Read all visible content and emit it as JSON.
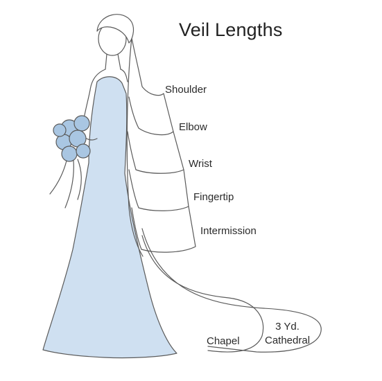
{
  "title": "Veil Lengths",
  "lengths": [
    {
      "key": "shoulder",
      "label": "Shoulder"
    },
    {
      "key": "elbow",
      "label": "Elbow"
    },
    {
      "key": "wrist",
      "label": "Wrist"
    },
    {
      "key": "fingertip",
      "label": "Fingertip"
    },
    {
      "key": "intermission",
      "label": "Intermission"
    },
    {
      "key": "chapel",
      "label": "Chapel"
    },
    {
      "key": "cathedral",
      "label_line1": "3 Yd.",
      "label_line2": "Cathedral"
    }
  ],
  "colors": {
    "dress": "#cfe0f1",
    "bouquet": "#a9c6e2",
    "line": "#5a5a5a",
    "text": "#2a2a2a"
  }
}
